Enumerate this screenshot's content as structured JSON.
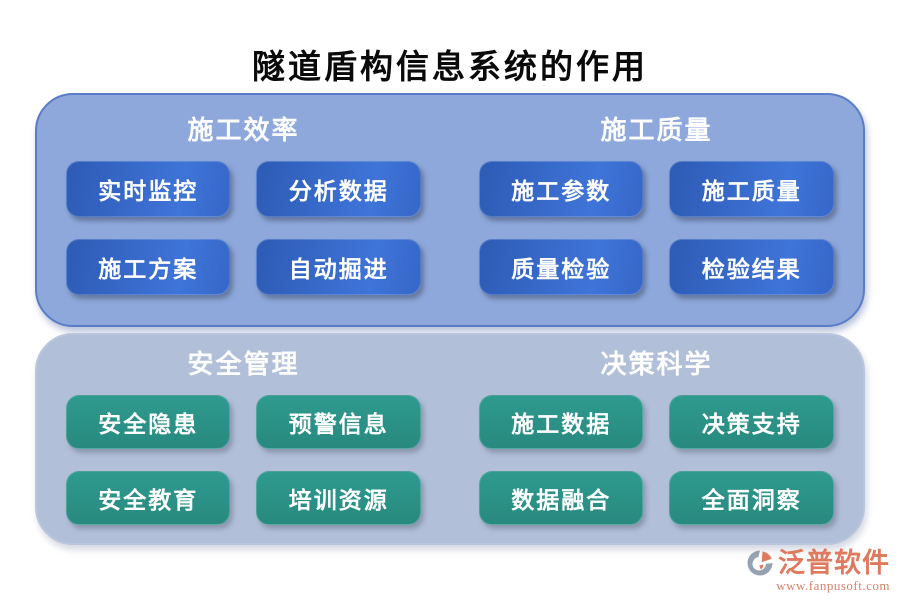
{
  "page": {
    "title": "隧道盾构信息系统的作用"
  },
  "panels": [
    {
      "name": "top-panel",
      "sections": [
        {
          "header": "施工效率",
          "buttons": [
            "实时监控",
            "分析数据",
            "施工方案",
            "自动掘进"
          ]
        },
        {
          "header": "施工质量",
          "buttons": [
            "施工参数",
            "施工质量",
            "质量检验",
            "检验结果"
          ]
        }
      ]
    },
    {
      "name": "bottom-panel",
      "sections": [
        {
          "header": "安全管理",
          "buttons": [
            "安全隐患",
            "预警信息",
            "安全教育",
            "培训资源"
          ]
        },
        {
          "header": "决策科学",
          "buttons": [
            "施工数据",
            "决策支持",
            "数据融合",
            "全面洞察"
          ]
        }
      ]
    }
  ],
  "footer": {
    "brand": "泛普软件",
    "url": "www.fanpusoft.com",
    "logo_icon": "fanpu-logo-icon"
  },
  "colors": {
    "panel_top_fill": "#8ea8db",
    "panel_top_border": "#5b7dc7",
    "panel_bottom_fill": "#b1bfd9",
    "panel_bottom_border": "#bac6dc",
    "blue_button": "#3465c8",
    "teal_button": "#2a938a",
    "header_text": "#ffffff",
    "title_text": "#0a0a0a",
    "brand_text": "#df7a5f"
  }
}
